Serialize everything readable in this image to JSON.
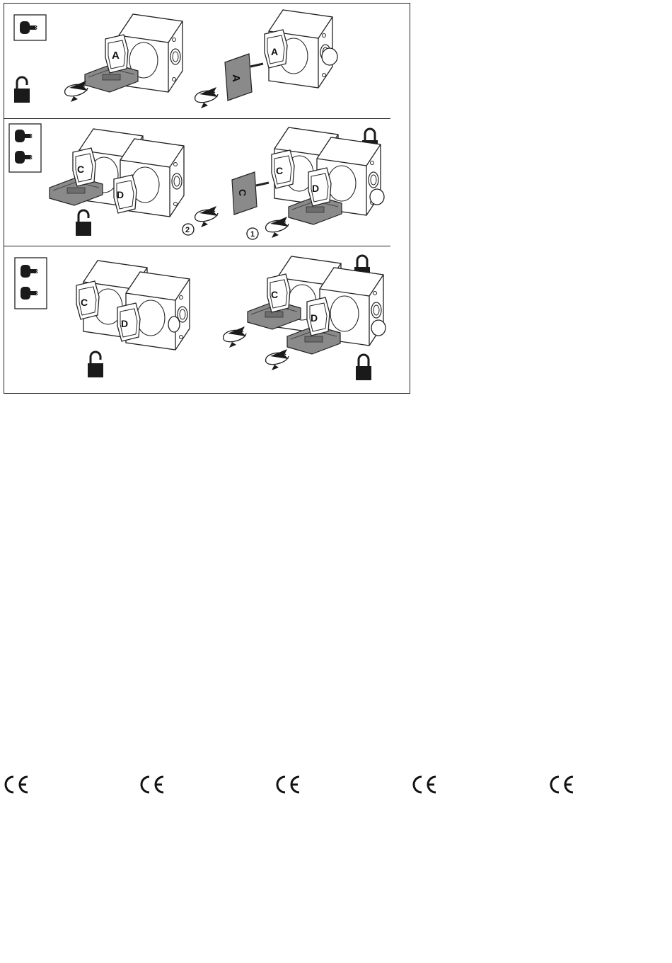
{
  "panels": [
    {
      "id": "single-key-removal",
      "key_count": 1,
      "keys": [
        "A",
        "A",
        "A"
      ],
      "states": [
        "unlocked"
      ]
    },
    {
      "id": "two-key-transfer",
      "key_count": 2,
      "keys": [
        "C",
        "D",
        "C",
        "C",
        "D"
      ],
      "steps": [
        "2",
        "1"
      ],
      "states": [
        "unlocked",
        "locked"
      ]
    },
    {
      "id": "two-key-insert",
      "key_count": 2,
      "keys": [
        "C",
        "D",
        "C",
        "D"
      ],
      "states": [
        "unlocked",
        "locked",
        "locked"
      ]
    }
  ],
  "footer": {
    "marks": [
      "CE",
      "CE",
      "CE",
      "CE",
      "CE"
    ]
  },
  "colors": {
    "line": "#222222",
    "key_gray": "#8a8a8a",
    "key_dark": "#555555",
    "fill_black": "#1a1a1a",
    "body_white": "#ffffff"
  }
}
